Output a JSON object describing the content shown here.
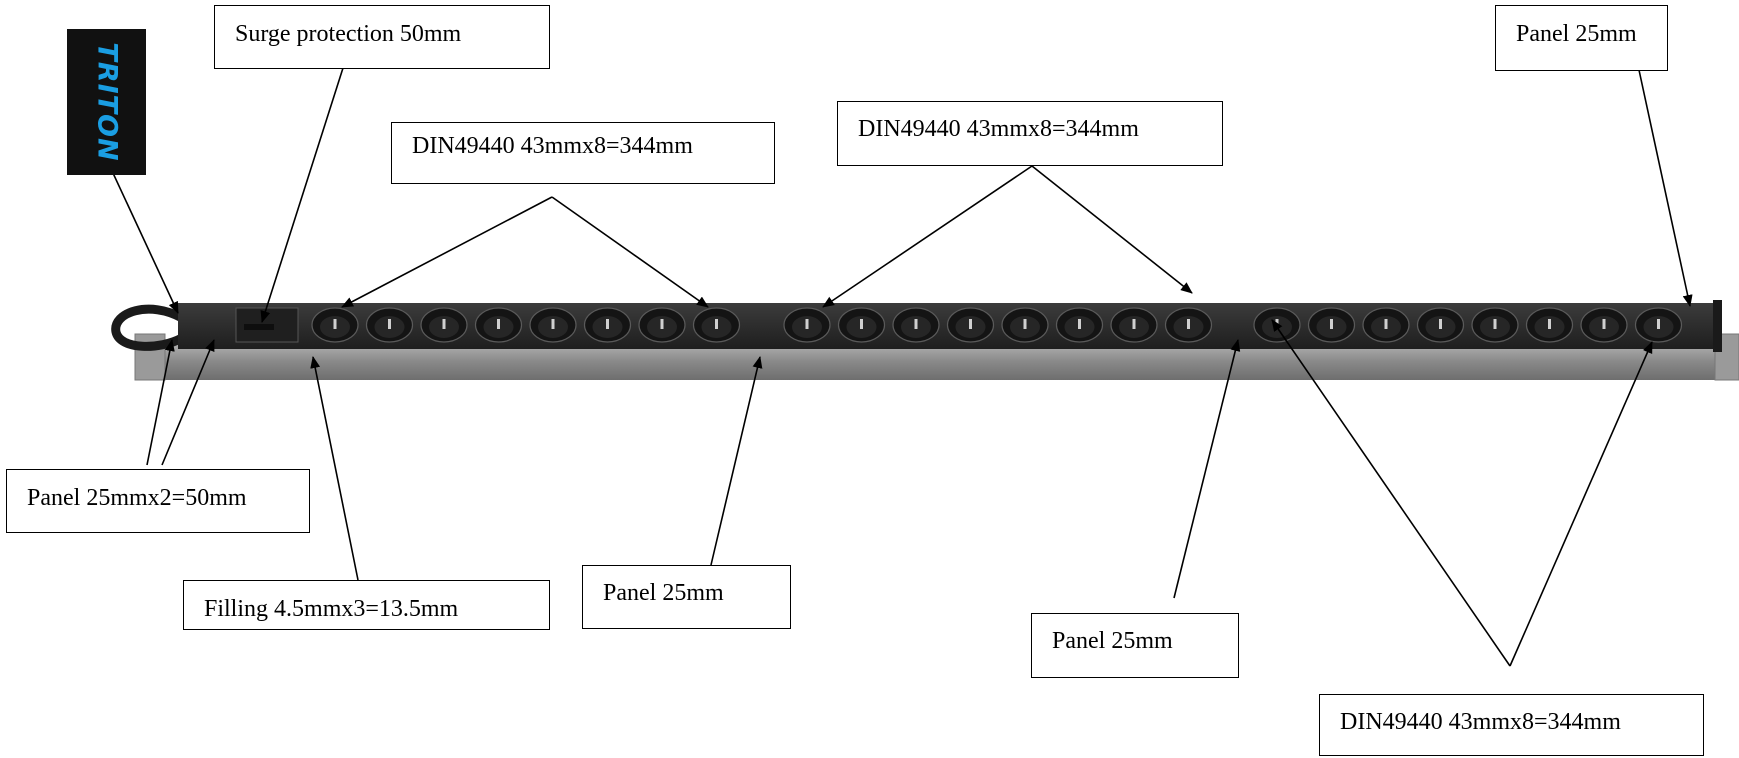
{
  "logo": {
    "text": "TRITON",
    "color": "#1a9ee3"
  },
  "pdu": {
    "body_color": "#2b2b2b",
    "rail_color": "#8a8a8a",
    "sockets_per_group": 8,
    "socket_groups": 3
  },
  "labels": {
    "surge": "Surge protection 50mm",
    "din_1": "DIN49440 43mmx8=344mm",
    "din_2": "DIN49440 43mmx8=344mm",
    "din_3": "DIN49440 43mmx8=344mm",
    "panel_top_right": "Panel 25mm",
    "panel_left": "Panel 25mmx2=50mm",
    "filling": "Filling 4.5mmx3=13.5mm",
    "panel_mid_1": "Panel 25mm",
    "panel_mid_2": "Panel 25mm"
  }
}
